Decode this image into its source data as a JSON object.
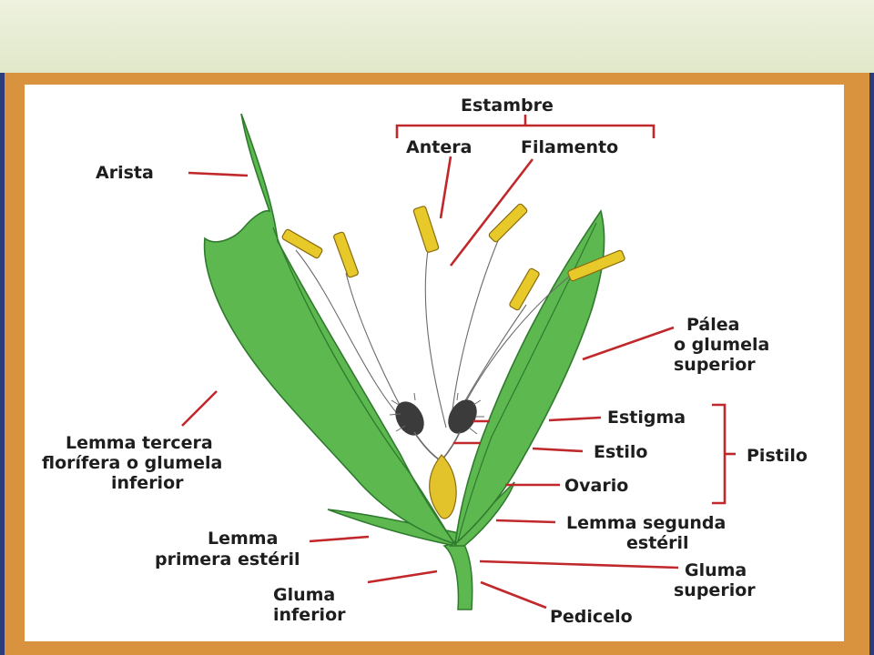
{
  "labels": {
    "estambre": "Estambre",
    "antera": "Antera",
    "filamento": "Filamento",
    "arista": "Arista",
    "palea_1": "Pálea",
    "palea_2": "o glumela",
    "palea_3": "superior",
    "estigma": "Estigma",
    "estilo": "Estilo",
    "pistilo": "Pistilo",
    "ovario": "Ovario",
    "lemma_tercera_1": "Lemma tercera",
    "lemma_tercera_2": "florífera o glumela",
    "lemma_tercera_3": "inferior",
    "lemma_primera_1": "Lemma",
    "lemma_primera_2": "primera estéril",
    "lemma_segunda_1": "Lemma segunda",
    "lemma_segunda_2": "estéril",
    "gluma_superior_1": "Gluma",
    "gluma_superior_2": "superior",
    "gluma_inferior_1": "Gluma",
    "gluma_inferior_2": "inferior",
    "pedicelo": "Pedicelo"
  },
  "colors": {
    "leaf": "#5cb84f",
    "leaf_dark": "#2f7a2e",
    "anther": "#e8c92a",
    "ovary": "#e3c32b",
    "label_line": "#c0282b",
    "frame": "#d9933f"
  }
}
